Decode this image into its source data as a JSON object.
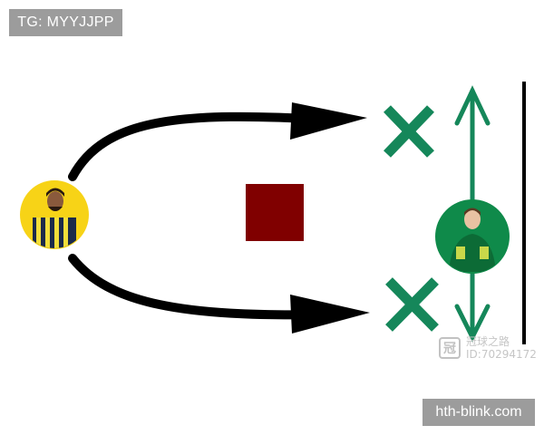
{
  "tags": {
    "top_left": "TG: MYYJJPP",
    "bottom_right": "hth-blink.com"
  },
  "watermark": {
    "name": "冠球之路",
    "id": "ID:70294172"
  },
  "colors": {
    "arrow": "#000000",
    "defender_mark": "#15875a",
    "goalkeeper_circle": "#0f8a4a",
    "attacker_circle": "#f7d317",
    "obstacle": "#800000",
    "goal_line": "#000000"
  },
  "icons": {
    "attacker": "player-avatar-icon",
    "goalkeeper": "goalkeeper-avatar-icon",
    "blocked_lane": "x-mark-icon"
  }
}
